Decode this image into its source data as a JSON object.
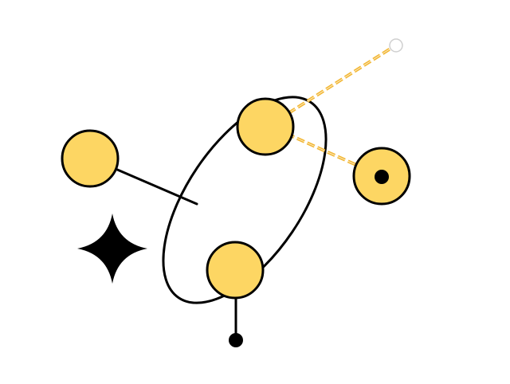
{
  "colors": {
    "background": "#ffffff",
    "node_fill": "#fdd663",
    "stroke": "#000000",
    "dashed_link": "#f2b632",
    "dashed_link_highlight": "#ffffff"
  },
  "diagram": {
    "icons": [
      "four-point-star-icon"
    ],
    "nodes": [
      {
        "id": "node-left",
        "shape": "circle",
        "fill": "#fdd663"
      },
      {
        "id": "node-top",
        "shape": "circle",
        "fill": "#fdd663"
      },
      {
        "id": "node-right",
        "shape": "circle",
        "fill": "#fdd663",
        "has_inner_dot": true
      },
      {
        "id": "node-bottom",
        "shape": "circle",
        "fill": "#fdd663"
      }
    ],
    "links": [
      {
        "from": "node-left",
        "to": "ellipse-group",
        "style": "solid"
      },
      {
        "from": "node-top",
        "to": "node-right",
        "style": "dashed"
      },
      {
        "from": "node-top",
        "to": "open-endpoint",
        "style": "dashed"
      },
      {
        "from": "node-bottom",
        "to": "filled-endpoint",
        "style": "solid"
      }
    ]
  }
}
